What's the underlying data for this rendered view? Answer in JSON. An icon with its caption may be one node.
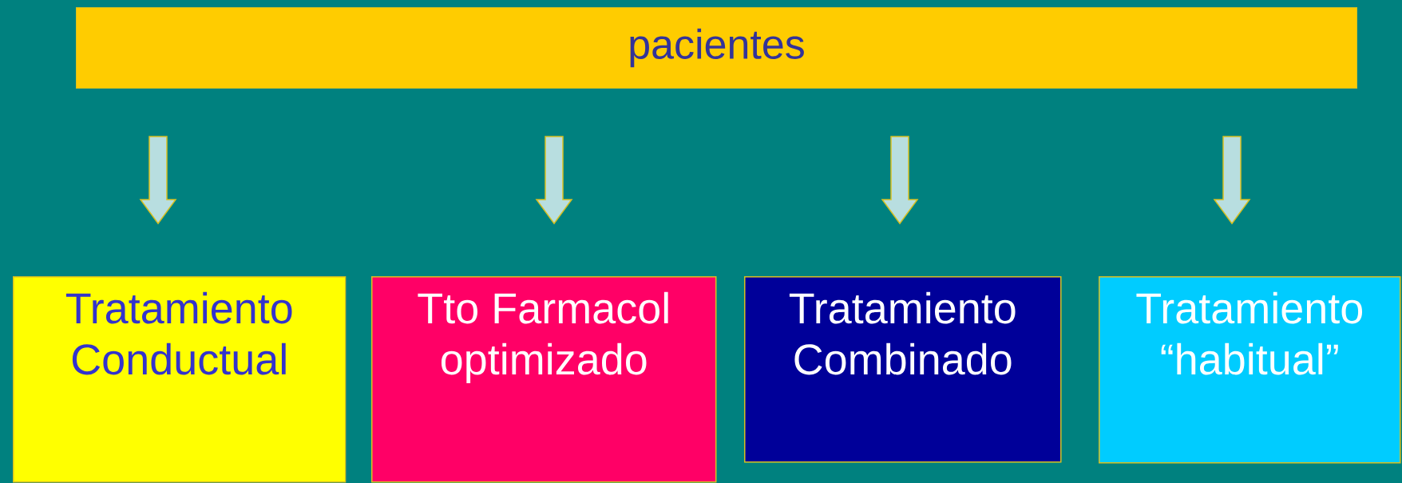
{
  "diagram": {
    "nodes": [
      {
        "text": [
          "pacientes"
        ]
      },
      {
        "text": [
          "Tratamiento Conductual"
        ]
      },
      {
        "text": [
          "Tto Farmacol optimizado"
        ]
      },
      {
        "text": [
          "Tratamiento Combinado"
        ]
      },
      {
        "text": [
          "Tratamiento “habitual”"
        ]
      }
    ],
    "edges": [
      {
        "from": 0,
        "to": 1,
        "arrow": "to"
      },
      {
        "from": 0,
        "to": 2,
        "arrow": "to"
      },
      {
        "from": 0,
        "to": 3,
        "arrow": "to"
      },
      {
        "from": 0,
        "to": 4,
        "arrow": "to"
      }
    ]
  }
}
